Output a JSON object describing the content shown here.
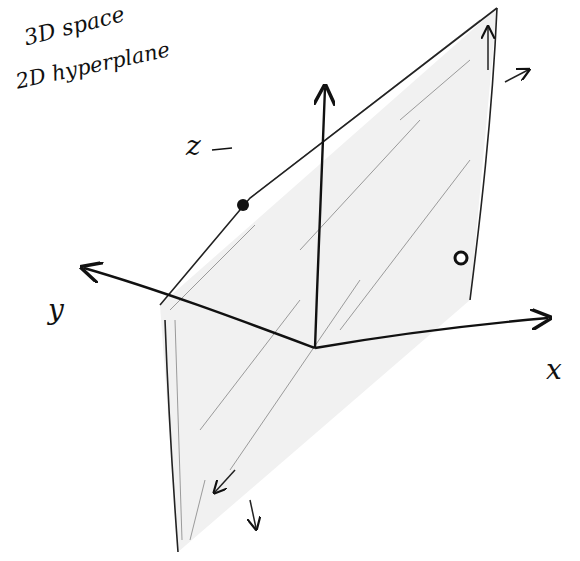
{
  "diagram": {
    "labels": [
      "3D space",
      "2D hyperplane",
      "z",
      "y",
      "x"
    ]
  }
}
